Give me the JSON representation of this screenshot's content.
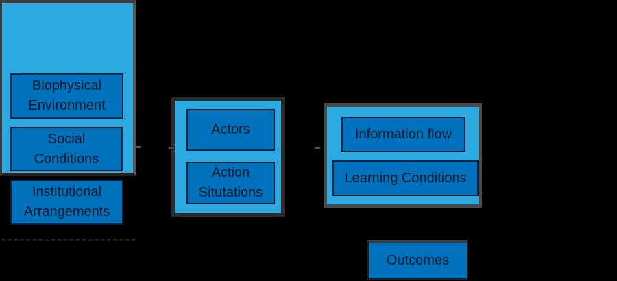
{
  "colors": {
    "background": "#000000",
    "outer_fill": "#2BA9E0",
    "inner_fill": "#0071BC",
    "inner_border": "#0A2239",
    "outer_border": "#3E3E3E",
    "outer_border_light": "#565656",
    "text": "#0D1828",
    "dash": "#4F4F4F"
  },
  "diagram": {
    "left_group": {
      "boxes": [
        {
          "label": "Biophysical\nEnvironment"
        },
        {
          "label": "Social\nConditions"
        },
        {
          "label": "Institutional\nArrangements"
        }
      ]
    },
    "middle_group": {
      "boxes": [
        {
          "label": "Actors"
        },
        {
          "label": "Action\nSitutations"
        }
      ]
    },
    "right_group": {
      "boxes": [
        {
          "label": "Information flow"
        },
        {
          "label": "Learning Conditions"
        }
      ]
    },
    "outcomes_box": {
      "label": "Outcomes"
    }
  }
}
